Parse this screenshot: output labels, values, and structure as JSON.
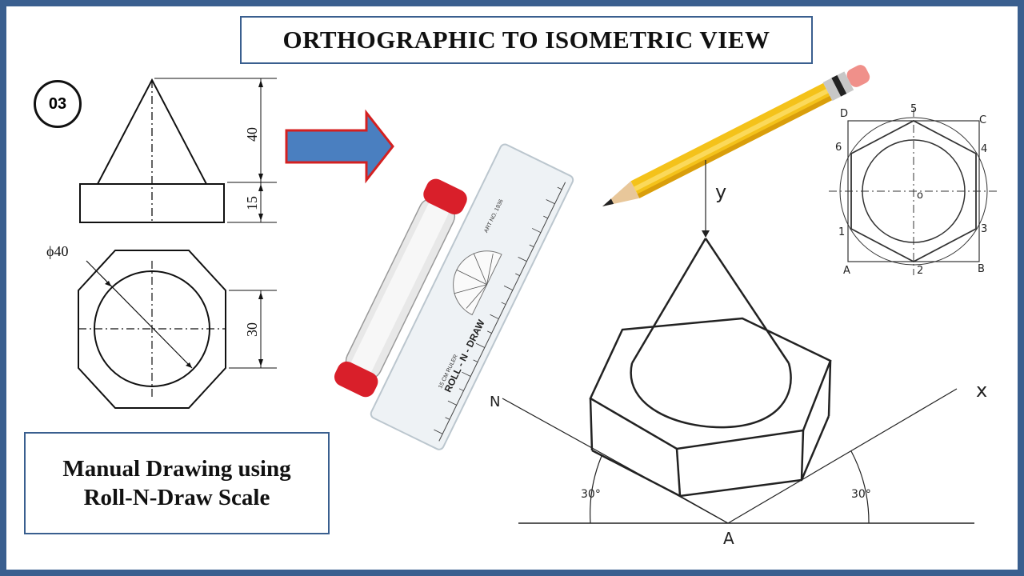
{
  "title": "ORTHOGRAPHIC TO ISOMETRIC VIEW",
  "problem_number": "03",
  "caption": {
    "line1": "Manual Drawing using",
    "line2": "Roll-N-Draw Scale"
  },
  "ortho_dimensions": {
    "cone_height": "40",
    "base_height": "15",
    "diameter": "ϕ40",
    "flat_width": "30"
  },
  "ruler_labels": {
    "brand": "ROLL - N - DRAW",
    "sub": "15 CM RULER",
    "art": "ART NO. 1936"
  },
  "hex_construction_labels": {
    "D": "D",
    "five": "5",
    "C": "C",
    "six": "6",
    "four": "4",
    "o": "o",
    "one": "1",
    "three": "3",
    "A": "A",
    "two": "2",
    "B": "B"
  },
  "isometric_labels": {
    "y": "y",
    "x": "x",
    "N": "N",
    "A": "A",
    "angle_left": "30°",
    "angle_right": "30°"
  },
  "colors": {
    "frame": "#3a5f8f",
    "arrow_fill": "#4a7fc0",
    "arrow_stroke": "#d42020",
    "pencil_body": "#f4c21a"
  }
}
